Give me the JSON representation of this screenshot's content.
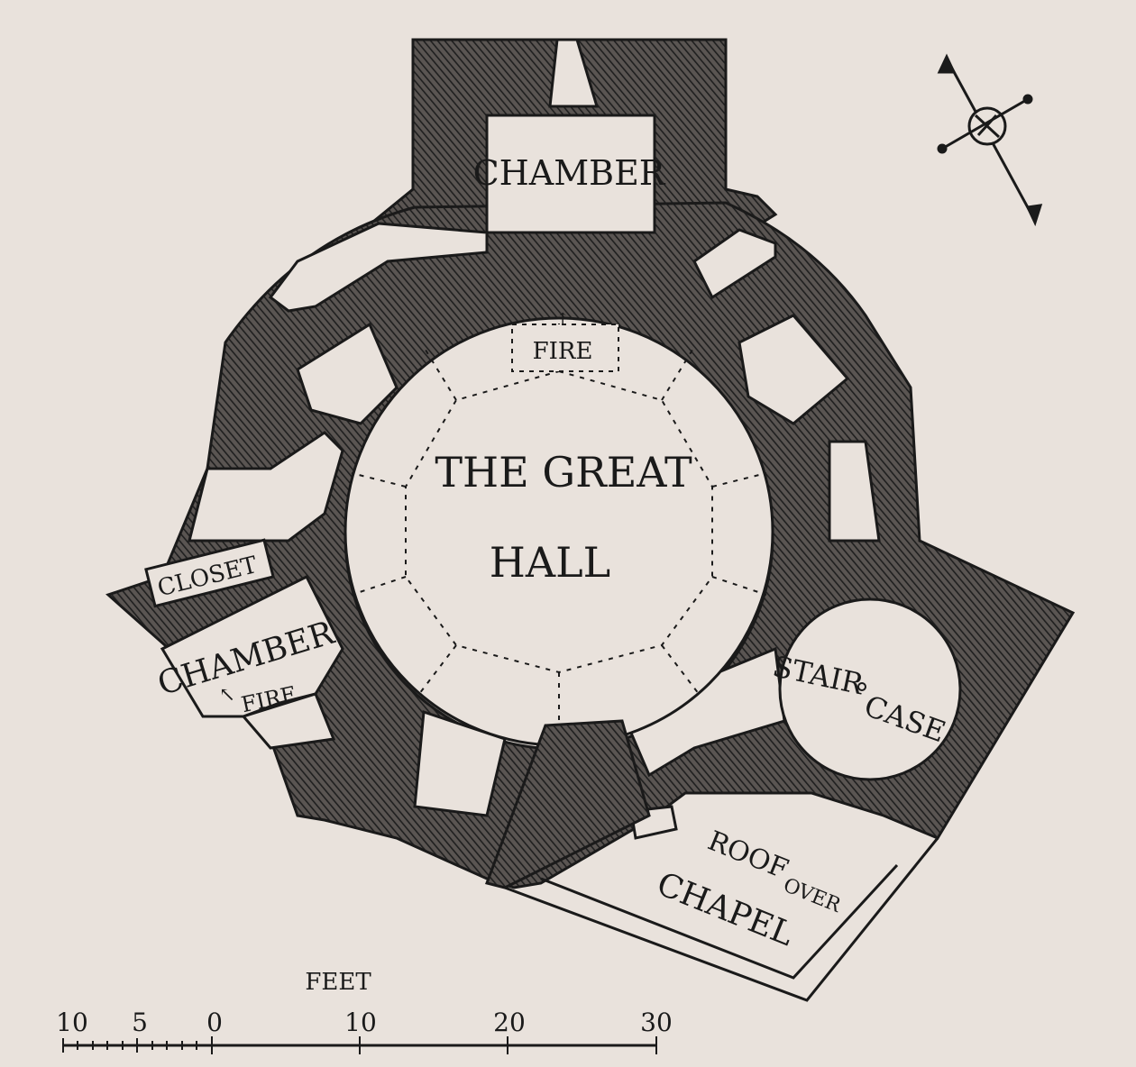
{
  "palette": {
    "paper": "#e9e2dc",
    "ink": "#1a1a1a",
    "wall_hatch": "#2b2b2b"
  },
  "compass": {
    "icon": "north-arrow-compass-icon"
  },
  "rooms": {
    "chamber_north": "CHAMBER",
    "fire_hall": "FIRE",
    "great_hall_line1": "THE GREAT",
    "great_hall_line2": "HALL",
    "closet": "CLOSET",
    "chamber_west": "CHAMBER",
    "fire_west": "FIRE",
    "staircase_left": "STAIR",
    "staircase_right": "CASE",
    "roof_line1": "ROOF",
    "roof_over": "OVER",
    "roof_line2": "CHAPEL"
  },
  "scale_bar": {
    "unit": "FEET",
    "ticks": [
      "10",
      "5",
      "0",
      "10",
      "20",
      "30"
    ]
  }
}
